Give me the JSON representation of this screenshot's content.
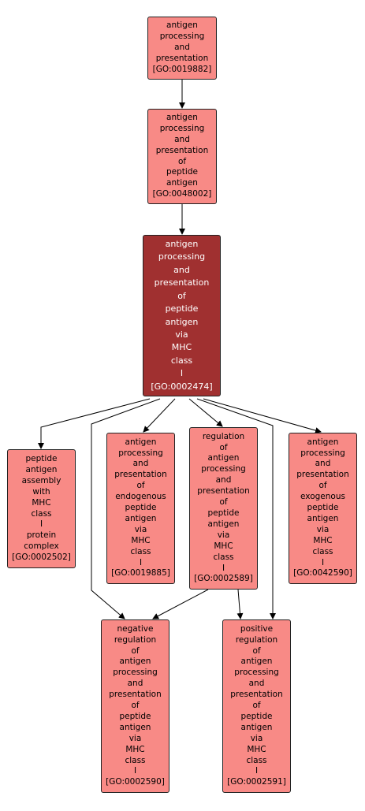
{
  "graph": {
    "colors": {
      "node_fill": "#f88a86",
      "focus_fill": "#a03030",
      "edge": "#000000"
    },
    "nodes": [
      {
        "id": "GO:0019882",
        "lines": [
          "antigen",
          "processing",
          "and",
          "presentation",
          "[GO:0019882]"
        ]
      },
      {
        "id": "GO:0048002",
        "lines": [
          "antigen",
          "processing",
          "and",
          "presentation",
          "of",
          "peptide",
          "antigen",
          "[GO:0048002]"
        ]
      },
      {
        "id": "GO:0002474",
        "focus": true,
        "lines": [
          "antigen",
          "processing",
          "and",
          "presentation",
          "of",
          "peptide",
          "antigen",
          "via",
          "MHC",
          "class",
          "I",
          "[GO:0002474]"
        ]
      },
      {
        "id": "GO:0002502",
        "lines": [
          "peptide",
          "antigen",
          "assembly",
          "with",
          "MHC",
          "class",
          "I",
          "protein",
          "complex",
          "[GO:0002502]"
        ]
      },
      {
        "id": "GO:0019885",
        "lines": [
          "antigen",
          "processing",
          "and",
          "presentation",
          "of",
          "endogenous",
          "peptide",
          "antigen",
          "via",
          "MHC",
          "class",
          "I",
          "[GO:0019885]"
        ]
      },
      {
        "id": "GO:0002589",
        "lines": [
          "regulation",
          "of",
          "antigen",
          "processing",
          "and",
          "presentation",
          "of",
          "peptide",
          "antigen",
          "via",
          "MHC",
          "class",
          "I",
          "[GO:0002589]"
        ]
      },
      {
        "id": "GO:0042590",
        "lines": [
          "antigen",
          "processing",
          "and",
          "presentation",
          "of",
          "exogenous",
          "peptide",
          "antigen",
          "via",
          "MHC",
          "class",
          "I",
          "[GO:0042590]"
        ]
      },
      {
        "id": "GO:0002590",
        "lines": [
          "negative",
          "regulation",
          "of",
          "antigen",
          "processing",
          "and",
          "presentation",
          "of",
          "peptide",
          "antigen",
          "via",
          "MHC",
          "class",
          "I",
          "[GO:0002590]"
        ]
      },
      {
        "id": "GO:0002591",
        "lines": [
          "positive",
          "regulation",
          "of",
          "antigen",
          "processing",
          "and",
          "presentation",
          "of",
          "peptide",
          "antigen",
          "via",
          "MHC",
          "class",
          "I",
          "[GO:0002591]"
        ]
      }
    ],
    "edges": [
      {
        "from": "GO:0019882",
        "to": "GO:0048002"
      },
      {
        "from": "GO:0048002",
        "to": "GO:0002474"
      },
      {
        "from": "GO:0002474",
        "to": "GO:0002502"
      },
      {
        "from": "GO:0002474",
        "to": "GO:0019885"
      },
      {
        "from": "GO:0002474",
        "to": "GO:0002589"
      },
      {
        "from": "GO:0002474",
        "to": "GO:0042590"
      },
      {
        "from": "GO:0002474",
        "to": "GO:0002590"
      },
      {
        "from": "GO:0002474",
        "to": "GO:0002591"
      },
      {
        "from": "GO:0002589",
        "to": "GO:0002590"
      },
      {
        "from": "GO:0002589",
        "to": "GO:0002591"
      }
    ]
  }
}
